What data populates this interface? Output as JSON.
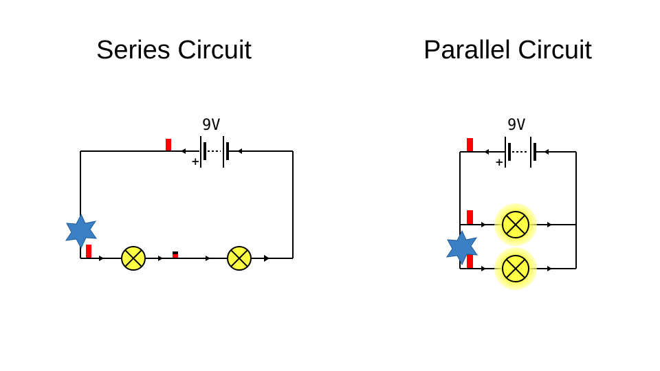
{
  "titles": {
    "series": "Series Circuit",
    "parallel": "Parallel Circuit"
  },
  "series_circuit": {
    "battery_label": "9V",
    "battery_polarity": "+",
    "bulb_count": 2,
    "bulbs_lit": false
  },
  "parallel_circuit": {
    "battery_label": "9V",
    "battery_polarity": "+",
    "bulb_count": 2,
    "bulbs_lit": true
  },
  "colors": {
    "wire": "#000000",
    "bulb_fill": "#ffff44",
    "bulb_glow": "#ffff66",
    "marker": "#ff0000",
    "spark": "#3b7fc4"
  }
}
